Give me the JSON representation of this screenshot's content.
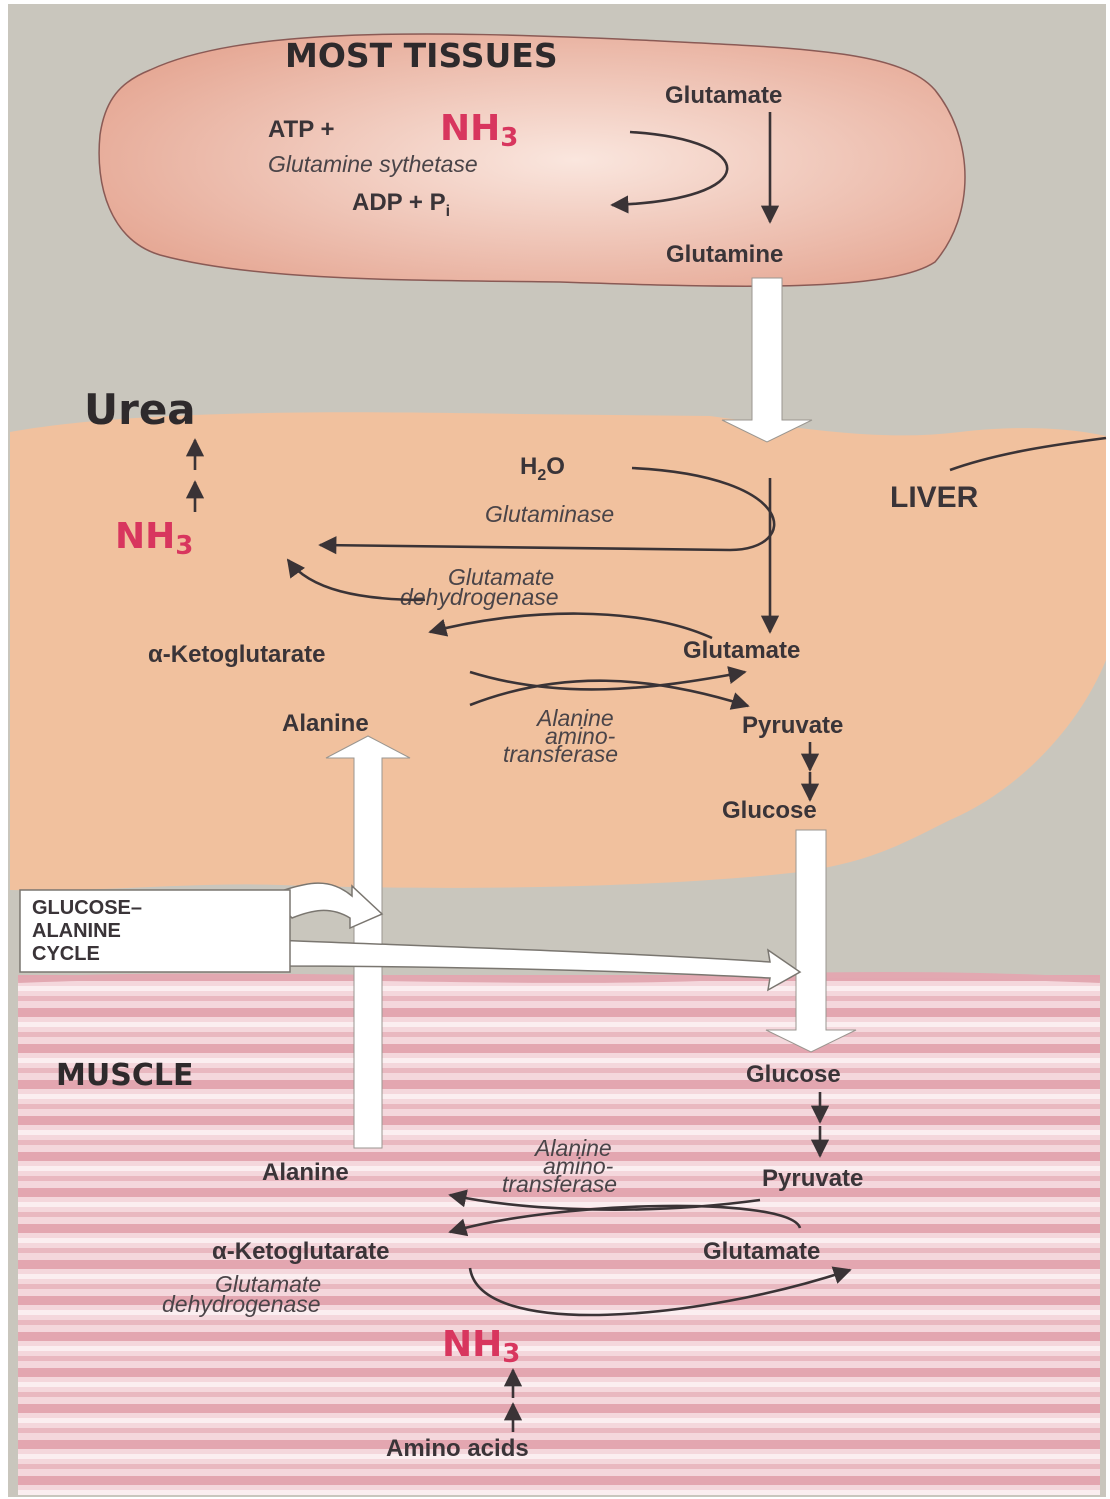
{
  "colors": {
    "background": "#c9c6bd",
    "tissue_blob": "#eab3a0",
    "liver": "#f1c19e",
    "muscle_light": "#f6dfe3",
    "muscle_dark": "#e2a8b1",
    "nh3": "#d8365e",
    "text": "#3a3438",
    "arrow_fill": "#ffffff"
  },
  "most_tissues": {
    "title": "MOST TISSUES",
    "glutamate": "Glutamate",
    "atp_plus": "ATP +",
    "nh3": "NH",
    "nh3_sub": "3",
    "enzyme": "Glutamine sythetase",
    "adp_pi": "ADP + P",
    "pi_sub": "i",
    "glutamine": "Glutamine"
  },
  "liver": {
    "label": "LIVER",
    "urea": "Urea",
    "nh3": "NH",
    "nh3_sub": "3",
    "h2o": "H",
    "h2o_sub": "2",
    "h2o_o": "O",
    "glutaminase": "Glutaminase",
    "gdh_line1": "Glutamate",
    "gdh_line2": "dehydrogenase",
    "alpha_kg": "α-Ketoglutarate",
    "glutamate": "Glutamate",
    "alanine": "Alanine",
    "alt_line1": "Alanine",
    "alt_line2": "amino-",
    "alt_line3": "transferase",
    "pyruvate": "Pyruvate",
    "glucose": "Glucose"
  },
  "cycle_label": {
    "line1": "GLUCOSE–",
    "line2": "ALANINE",
    "line3": "CYCLE"
  },
  "muscle": {
    "label": "MUSCLE",
    "glucose": "Glucose",
    "alanine": "Alanine",
    "alt_line1": "Alanine",
    "alt_line2": "amino-",
    "alt_line3": "transferase",
    "pyruvate": "Pyruvate",
    "alpha_kg": "α-Ketoglutarate",
    "glutamate": "Glutamate",
    "gdh_line1": "Glutamate",
    "gdh_line2": "dehydrogenase",
    "nh3": "NH",
    "nh3_sub": "3",
    "amino_acids": "Amino acids"
  }
}
